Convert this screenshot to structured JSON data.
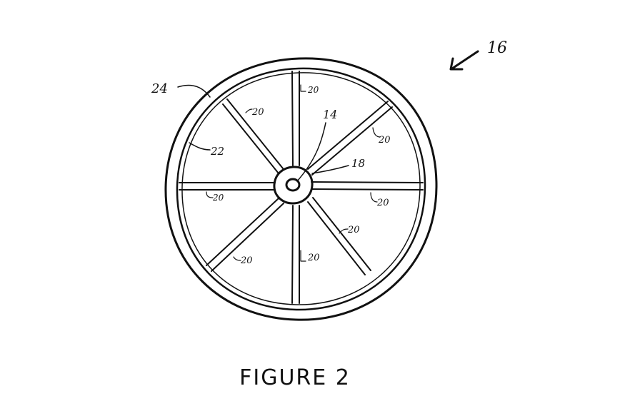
{
  "figure": {
    "caption": "FIGURE 2",
    "ink_color": "#111111",
    "background_color": "#ffffff"
  },
  "labels": {
    "assembly": "16",
    "tire": "24",
    "rim": "22",
    "hub": "18",
    "axle": "14",
    "spoke_top": "20",
    "spoke_upper_left": "20",
    "spoke_upper_right": "20",
    "spoke_left": "20",
    "spoke_right": "20",
    "spoke_lower_right": "20",
    "spoke_lower_left": "20",
    "spoke_bottom": "20"
  }
}
